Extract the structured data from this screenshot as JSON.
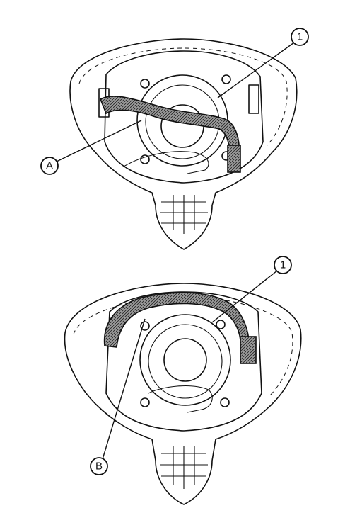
{
  "callouts": {
    "top_part_number": "1",
    "top_harness_marker": "A",
    "bottom_part_number": "1",
    "bottom_harness_marker": "B"
  }
}
